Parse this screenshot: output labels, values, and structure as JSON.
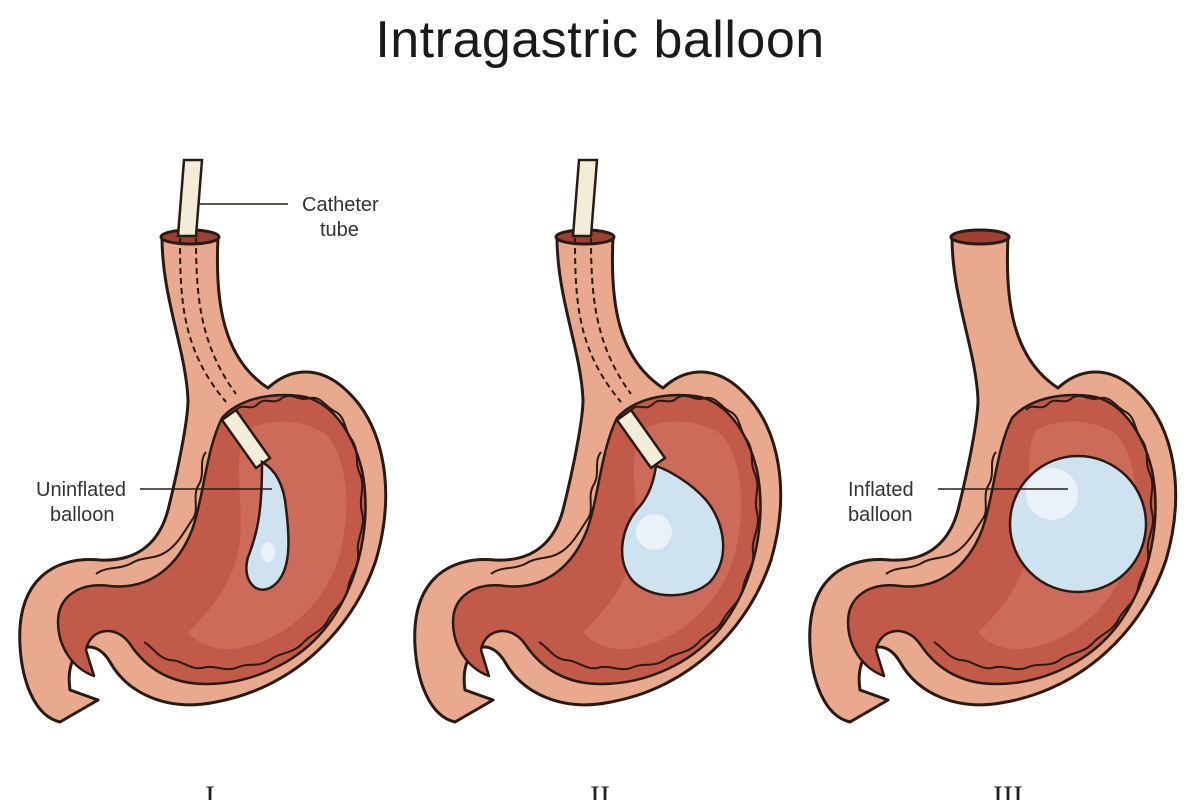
{
  "title": "Intragastric balloon",
  "labels": {
    "catheter_line1": "Catheter",
    "catheter_line2": "tube",
    "uninflated_line1": "Uninflated",
    "uninflated_line2": "balloon",
    "inflated_line1": "Inflated",
    "inflated_line2": "balloon"
  },
  "steps": [
    "I",
    "II",
    "III"
  ],
  "colors": {
    "wall": "#e9a98f",
    "interior": "#c25a4a",
    "mucosa": "#d77a67",
    "outline": "#2a1a14",
    "balloon": "#cfe2ef",
    "balloon_highlight": "#e9f2f9",
    "catheter": "#f2ecd8"
  }
}
